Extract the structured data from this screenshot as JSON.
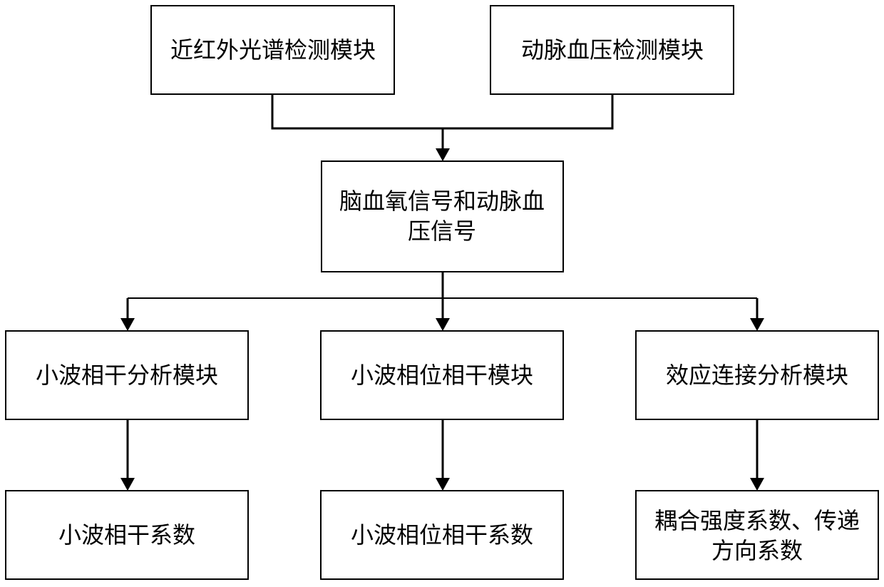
{
  "nodes": {
    "nirs": "近红外光谱检测模块",
    "abp": "动脉血压检测模块",
    "signals": [
      "脑血氧信号和动脉血",
      "压信号"
    ],
    "wavelet_coherence_module": "小波相干分析模块",
    "wavelet_phase_module": "小波相位相干模块",
    "effective_connectivity_module": "效应连接分析模块",
    "wavelet_coherence_coef": "小波相干系数",
    "wavelet_phase_coef": "小波相位相干系数",
    "coupling_output": [
      "耦合强度系数、传递",
      "方向系数"
    ]
  }
}
